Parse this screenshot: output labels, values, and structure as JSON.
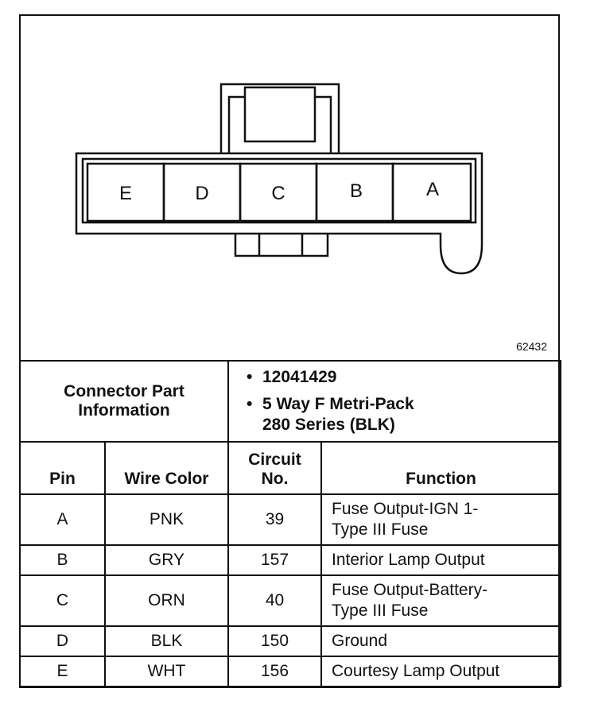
{
  "figure_id": "62432",
  "connector": {
    "pins": [
      "E",
      "D",
      "C",
      "B",
      "A"
    ]
  },
  "part_info": {
    "label_line1": "Connector Part",
    "label_line2": "Information",
    "items": [
      {
        "bullet": "•",
        "line1": "12041429",
        "line2": ""
      },
      {
        "bullet": "•",
        "line1": "5 Way F Metri-Pack",
        "line2": "280 Series (BLK)"
      }
    ]
  },
  "headers": {
    "pin": "Pin",
    "wire_color": "Wire Color",
    "circuit_line1": "Circuit",
    "circuit_line2": "No.",
    "function": "Function"
  },
  "rows": [
    {
      "pin": "A",
      "wire_color": "PNK",
      "circuit": "39",
      "func1": "Fuse Output-IGN 1-",
      "func2": "Type III Fuse"
    },
    {
      "pin": "B",
      "wire_color": "GRY",
      "circuit": "157",
      "func1": "Interior Lamp Output",
      "func2": ""
    },
    {
      "pin": "C",
      "wire_color": "ORN",
      "circuit": "40",
      "func1": "Fuse Output-Battery-",
      "func2": "Type III Fuse"
    },
    {
      "pin": "D",
      "wire_color": "BLK",
      "circuit": "150",
      "func1": "Ground",
      "func2": ""
    },
    {
      "pin": "E",
      "wire_color": "WHT",
      "circuit": "156",
      "func1": "Courtesy Lamp Output",
      "func2": ""
    }
  ]
}
